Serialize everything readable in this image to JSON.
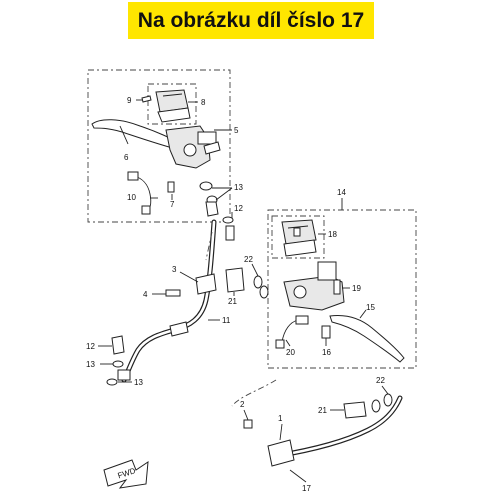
{
  "banner": {
    "text": "Na obrázku díl číslo 17",
    "color": "#ffe600"
  },
  "fwd_label": "FWD",
  "callouts": [
    {
      "id": "c1",
      "text": "1"
    },
    {
      "id": "c2",
      "text": "2"
    },
    {
      "id": "c3",
      "text": "3"
    },
    {
      "id": "c4",
      "text": "4"
    },
    {
      "id": "c5",
      "text": "5"
    },
    {
      "id": "c6",
      "text": "6"
    },
    {
      "id": "c7",
      "text": "7"
    },
    {
      "id": "c8",
      "text": "8"
    },
    {
      "id": "c9",
      "text": "9"
    },
    {
      "id": "c10",
      "text": "10"
    },
    {
      "id": "c11",
      "text": "11"
    },
    {
      "id": "c12a",
      "text": "12"
    },
    {
      "id": "c12b",
      "text": "12"
    },
    {
      "id": "c13a",
      "text": "13"
    },
    {
      "id": "c13b",
      "text": "13"
    },
    {
      "id": "c13c",
      "text": "13"
    },
    {
      "id": "c14",
      "text": "14"
    },
    {
      "id": "c15",
      "text": "15"
    },
    {
      "id": "c16",
      "text": "16"
    },
    {
      "id": "c17",
      "text": "17"
    },
    {
      "id": "c18",
      "text": "18"
    },
    {
      "id": "c19",
      "text": "19"
    },
    {
      "id": "c20",
      "text": "20"
    },
    {
      "id": "c21a",
      "text": "21"
    },
    {
      "id": "c21b",
      "text": "21"
    },
    {
      "id": "c22a",
      "text": "22"
    },
    {
      "id": "c22b",
      "text": "22"
    }
  ]
}
